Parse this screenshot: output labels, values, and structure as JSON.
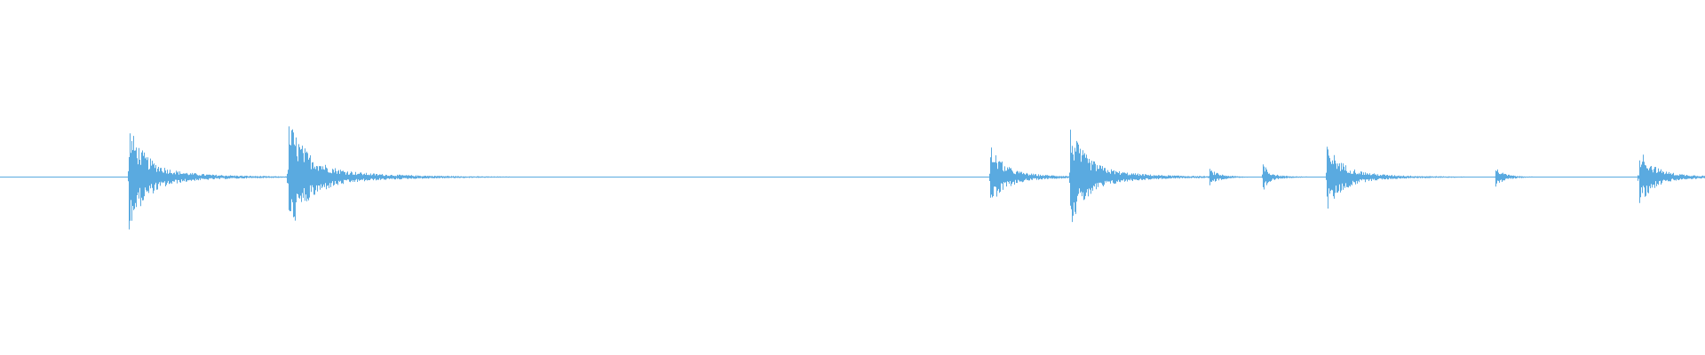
{
  "waveform": {
    "color": "#5aaae0",
    "background": "#ffffff",
    "transients": [
      {
        "t": 0.0755,
        "peak": 0.42,
        "decay": 0.04,
        "tail": 0.11
      },
      {
        "t": 0.169,
        "peak": 0.48,
        "decay": 0.045,
        "tail": 0.13
      },
      {
        "t": 0.5806,
        "peak": 0.27,
        "decay": 0.03,
        "tail": 0.09
      },
      {
        "t": 0.6276,
        "peak": 0.4,
        "decay": 0.04,
        "tail": 0.11
      },
      {
        "t": 0.7092,
        "peak": 0.07,
        "decay": 0.02,
        "tail": 0.06
      },
      {
        "t": 0.7404,
        "peak": 0.17,
        "decay": 0.01,
        "tail": 0.04
      },
      {
        "t": 0.778,
        "peak": 0.28,
        "decay": 0.035,
        "tail": 0.1
      },
      {
        "t": 0.877,
        "peak": 0.08,
        "decay": 0.018,
        "tail": 0.05
      },
      {
        "t": 0.961,
        "peak": 0.25,
        "decay": 0.03,
        "tail": 0.09
      }
    ],
    "noise_floor": 0.004
  }
}
